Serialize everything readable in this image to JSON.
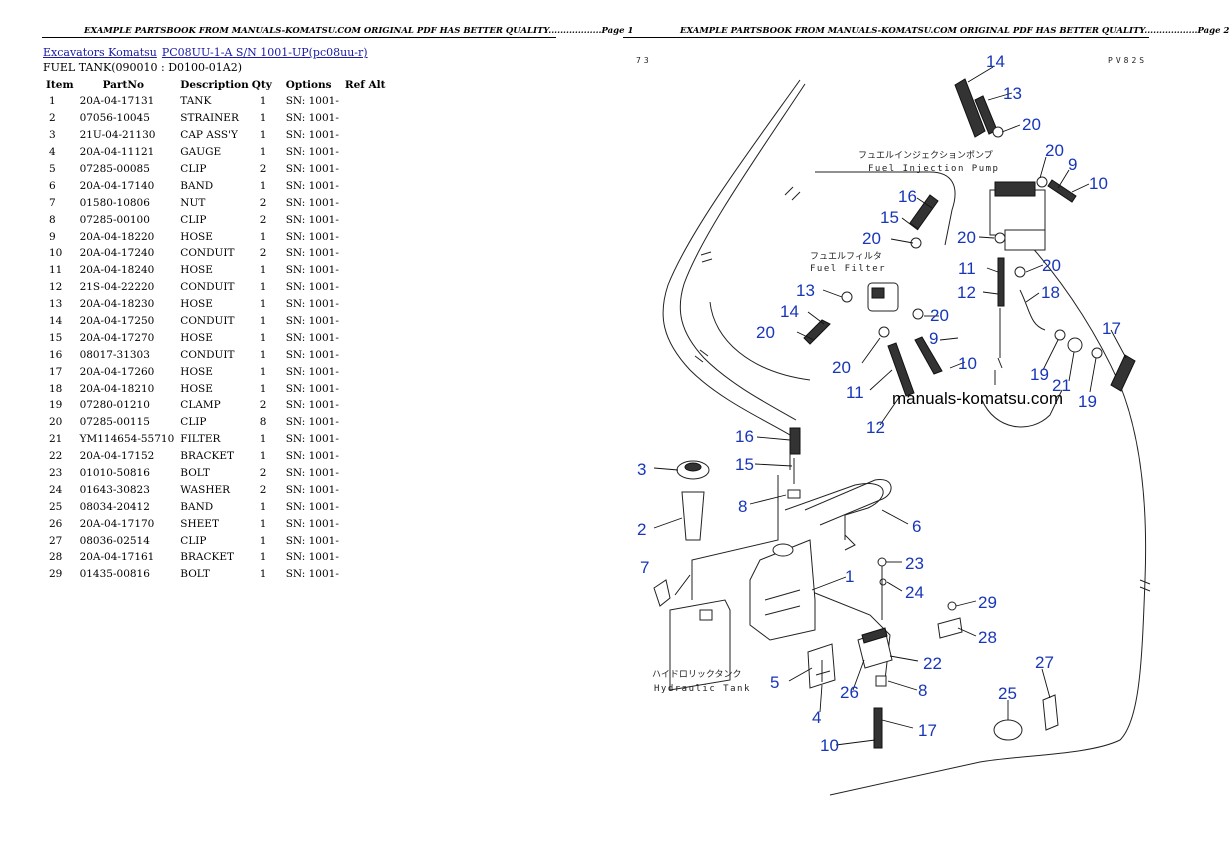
{
  "headers": {
    "left": "EXAMPLE PARTSBOOK FROM MANUALS-KOMATSU.COM ORIGINAL PDF HAS BETTER QUALITY..................Page 1",
    "right": "EXAMPLE PARTSBOOK FROM MANUALS-KOMATSU.COM ORIGINAL PDF HAS BETTER QUALITY..................Page 2"
  },
  "breadcrumb": {
    "link1": "Excavators Komatsu",
    "link2": "PC08UU-1-A S/N 1001-UP(pc08uu-r)"
  },
  "subtitle": "FUEL TANK(090010 : D0100-01A2)",
  "table": {
    "columns": [
      "Item",
      "PartNo",
      "Description",
      "Qty",
      "Options",
      "Ref Alt"
    ],
    "rows": [
      [
        "1",
        "20A-04-17131",
        "TANK",
        "1",
        "SN: 1001-"
      ],
      [
        "2",
        "07056-10045",
        "STRAINER",
        "1",
        "SN: 1001-"
      ],
      [
        "3",
        "21U-04-21130",
        "CAP ASS'Y",
        "1",
        "SN: 1001-"
      ],
      [
        "4",
        "20A-04-11121",
        "GAUGE",
        "1",
        "SN: 1001-"
      ],
      [
        "5",
        "07285-00085",
        "CLIP",
        "2",
        "SN: 1001-"
      ],
      [
        "6",
        "20A-04-17140",
        "BAND",
        "1",
        "SN: 1001-"
      ],
      [
        "7",
        "01580-10806",
        "NUT",
        "2",
        "SN: 1001-"
      ],
      [
        "8",
        "07285-00100",
        "CLIP",
        "2",
        "SN: 1001-"
      ],
      [
        "9",
        "20A-04-18220",
        "HOSE",
        "1",
        "SN: 1001-"
      ],
      [
        "10",
        "20A-04-17240",
        "CONDUIT",
        "2",
        "SN: 1001-"
      ],
      [
        "11",
        "20A-04-18240",
        "HOSE",
        "1",
        "SN: 1001-"
      ],
      [
        "12",
        "21S-04-22220",
        "CONDUIT",
        "1",
        "SN: 1001-"
      ],
      [
        "13",
        "20A-04-18230",
        "HOSE",
        "1",
        "SN: 1001-"
      ],
      [
        "14",
        "20A-04-17250",
        "CONDUIT",
        "1",
        "SN: 1001-"
      ],
      [
        "15",
        "20A-04-17270",
        "HOSE",
        "1",
        "SN: 1001-"
      ],
      [
        "16",
        "08017-31303",
        "CONDUIT",
        "1",
        "SN: 1001-"
      ],
      [
        "17",
        "20A-04-17260",
        "HOSE",
        "1",
        "SN: 1001-"
      ],
      [
        "18",
        "20A-04-18210",
        "HOSE",
        "1",
        "SN: 1001-"
      ],
      [
        "19",
        "07280-01210",
        "CLAMP",
        "2",
        "SN: 1001-"
      ],
      [
        "20",
        "07285-00115",
        "CLIP",
        "8",
        "SN: 1001-"
      ],
      [
        "21",
        "YM114654-55710",
        "FILTER",
        "1",
        "SN: 1001-"
      ],
      [
        "22",
        "20A-04-17152",
        "BRACKET",
        "1",
        "SN: 1001-"
      ],
      [
        "23",
        "01010-50816",
        "BOLT",
        "2",
        "SN: 1001-"
      ],
      [
        "24",
        "01643-30823",
        "WASHER",
        "2",
        "SN: 1001-"
      ],
      [
        "25",
        "08034-20412",
        "BAND",
        "1",
        "SN: 1001-"
      ],
      [
        "26",
        "20A-04-17170",
        "SHEET",
        "1",
        "SN: 1001-"
      ],
      [
        "27",
        "08036-02514",
        "CLIP",
        "1",
        "SN: 1001-"
      ],
      [
        "28",
        "20A-04-17161",
        "BRACKET",
        "1",
        "SN: 1001-"
      ],
      [
        "29",
        "01435-00816",
        "BOLT",
        "1",
        "SN: 1001-"
      ]
    ]
  },
  "diagram": {
    "corner_left": "73",
    "corner_right": "PV82S",
    "fuel_pump_jp": "フュエルインジェクションポンプ",
    "fuel_pump_en": "Fuel Injection Pump",
    "fuel_filter_jp": "フュエルフィルタ",
    "fuel_filter_en": "Fuel Filter",
    "hyd_tank_jp": "ハイドロリックタンク",
    "hyd_tank_en": "Hydraulic Tank",
    "watermark": "manuals-komatsu.com",
    "callouts": [
      "14",
      "13",
      "20",
      "20",
      "9",
      "10",
      "16",
      "15",
      "20",
      "20",
      "11",
      "12",
      "20",
      "18",
      "20",
      "13",
      "14",
      "20",
      "9",
      "20",
      "10",
      "11",
      "12",
      "17",
      "19",
      "21",
      "19",
      "16",
      "15",
      "3",
      "8",
      "2",
      "6",
      "7",
      "1",
      "23",
      "24",
      "29",
      "28",
      "22",
      "5",
      "26",
      "8",
      "4",
      "17",
      "27",
      "25",
      "10"
    ]
  },
  "colors": {
    "callout": "#1836b8",
    "link": "#1a1aa6"
  }
}
